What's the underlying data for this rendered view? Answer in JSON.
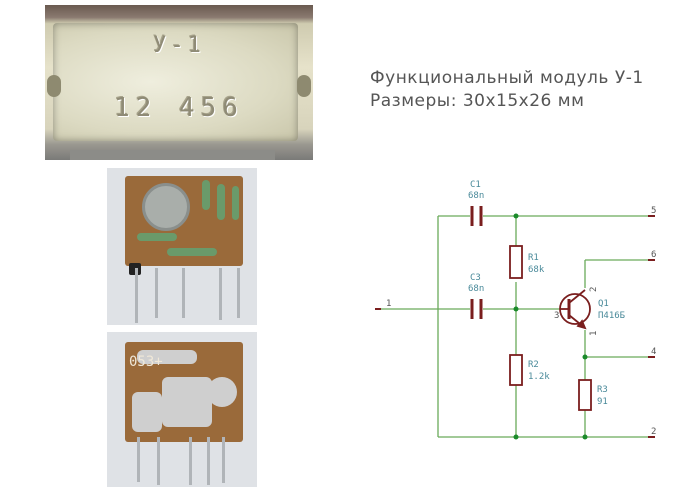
{
  "title": {
    "line1": "Функциональный модуль У-1",
    "line2": "Размеры: 30x15x26 мм"
  },
  "photos": {
    "top": {
      "marking_line1": "У-1",
      "marking_line2": "12 456"
    },
    "middle": {
      "description": "component side"
    },
    "bottom": {
      "marking": "053+"
    }
  },
  "schematic": {
    "components": {
      "C1": {
        "ref": "C1",
        "value": "68n"
      },
      "C3": {
        "ref": "C3",
        "value": "68n"
      },
      "R1": {
        "ref": "R1",
        "value": "68k"
      },
      "R2": {
        "ref": "R2",
        "value": "1.2k"
      },
      "R3": {
        "ref": "R3",
        "value": "91"
      },
      "Q1": {
        "ref": "Q1",
        "value": "П416Б",
        "pin_base": "3",
        "pin_collector": "2",
        "pin_emitter": "1"
      }
    },
    "ports": {
      "p1": "1",
      "p2": "2",
      "p4": "4",
      "p5": "5",
      "p6": "6"
    },
    "colors": {
      "wire": "#6aaa5a",
      "component": "#7a1e1e",
      "label": "#4a8a9a",
      "junction": "#1a8a2a"
    }
  }
}
